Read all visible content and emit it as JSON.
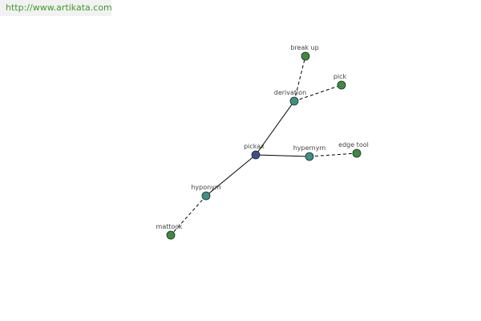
{
  "header": {
    "watermark_text": "http://www.artikata.com"
  },
  "colors": {
    "center_node": "#3b4f8f",
    "relation_node": "#3e8f86",
    "word_node": "#3f8a3f",
    "node_stroke": "#1f2f1f",
    "edge": "#000000",
    "watermark_text": "#3f9a2b",
    "watermark_bg": "#f2f2f2"
  },
  "graph": {
    "nodes": [
      {
        "id": "pickax",
        "label": "pickax",
        "kind": "center"
      },
      {
        "id": "derivation",
        "label": "derivation",
        "kind": "relation"
      },
      {
        "id": "hypernym",
        "label": "hypernym",
        "kind": "relation"
      },
      {
        "id": "hyponym",
        "label": "hyponym",
        "kind": "relation"
      },
      {
        "id": "break_up",
        "label": "break up",
        "kind": "word"
      },
      {
        "id": "pick",
        "label": "pick",
        "kind": "word"
      },
      {
        "id": "edge_tool",
        "label": "edge tool",
        "kind": "word"
      },
      {
        "id": "mattock",
        "label": "mattock",
        "kind": "word"
      }
    ],
    "edges": [
      {
        "from": "pickax",
        "to": "derivation",
        "style": "solid"
      },
      {
        "from": "pickax",
        "to": "hypernym",
        "style": "solid"
      },
      {
        "from": "pickax",
        "to": "hyponym",
        "style": "solid"
      },
      {
        "from": "derivation",
        "to": "break_up",
        "style": "dashed"
      },
      {
        "from": "derivation",
        "to": "pick",
        "style": "dashed"
      },
      {
        "from": "hypernym",
        "to": "edge_tool",
        "style": "dashed"
      },
      {
        "from": "hyponym",
        "to": "mattock",
        "style": "dashed"
      }
    ]
  }
}
